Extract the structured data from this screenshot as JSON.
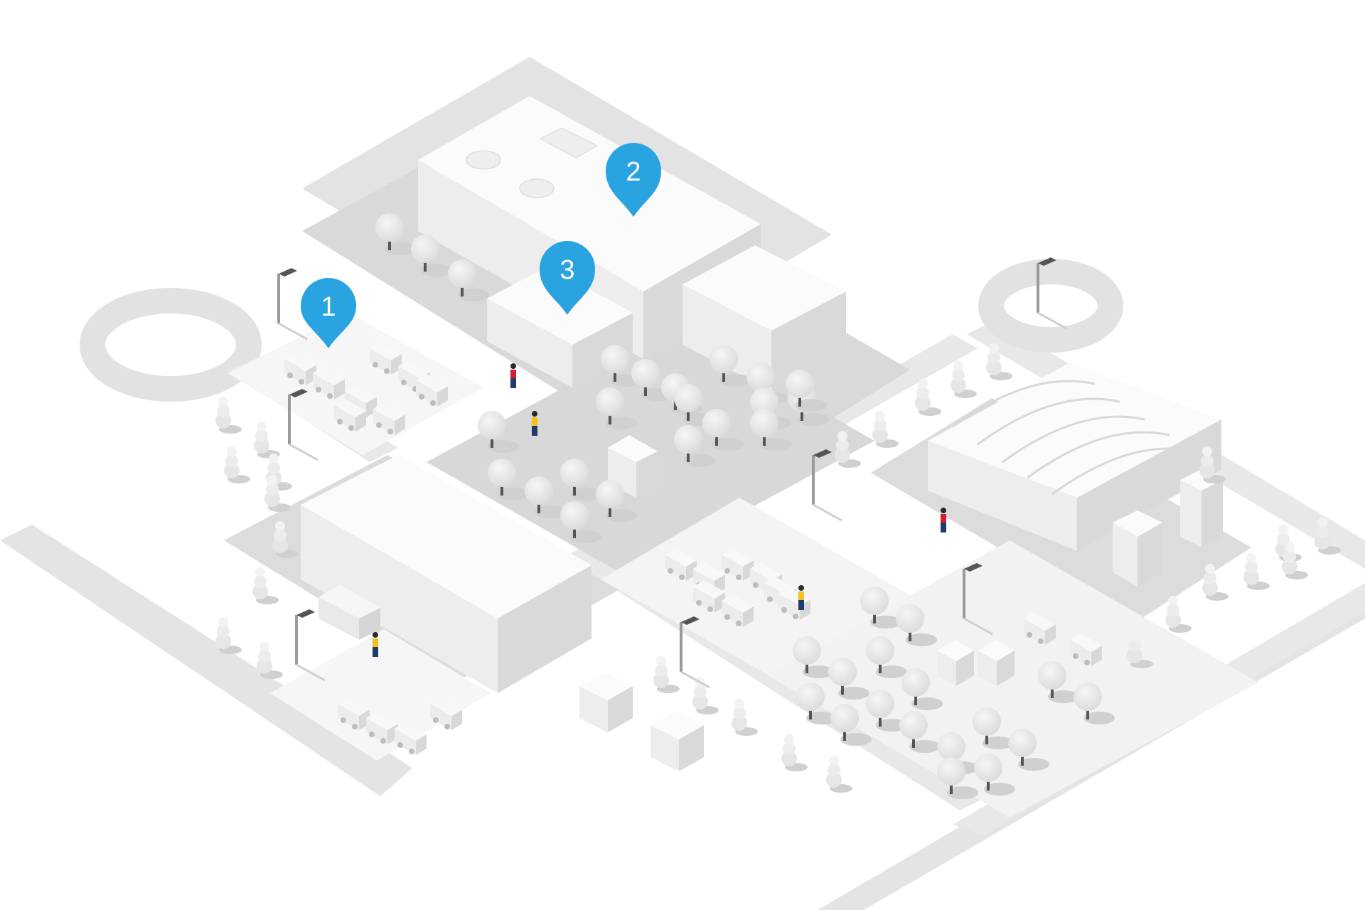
{
  "map": {
    "colors": {
      "background": "#ffffff",
      "ground": "#e6e6e6",
      "ground_dark": "#d2d2d2",
      "shadow": "#c4c4c4",
      "road": "#e4e4e4",
      "lot": "#f7f7f7",
      "building_top": "#fbfbfb",
      "building_left": "#ededed",
      "building_right": "#d9d9d9",
      "tree": "#eeeeee",
      "tree_shade": "#dcdcdc",
      "pin": "#2aa4e0",
      "pin_dark": "#1d85c0",
      "person_red": "#d21f2b",
      "person_yellow": "#f2c21b",
      "person_legs": "#1f3a6b"
    },
    "pins": [
      {
        "label": "1",
        "icon": "map-pin-icon"
      },
      {
        "label": "2",
        "icon": "map-pin-icon"
      },
      {
        "label": "3",
        "icon": "map-pin-icon"
      }
    ]
  }
}
